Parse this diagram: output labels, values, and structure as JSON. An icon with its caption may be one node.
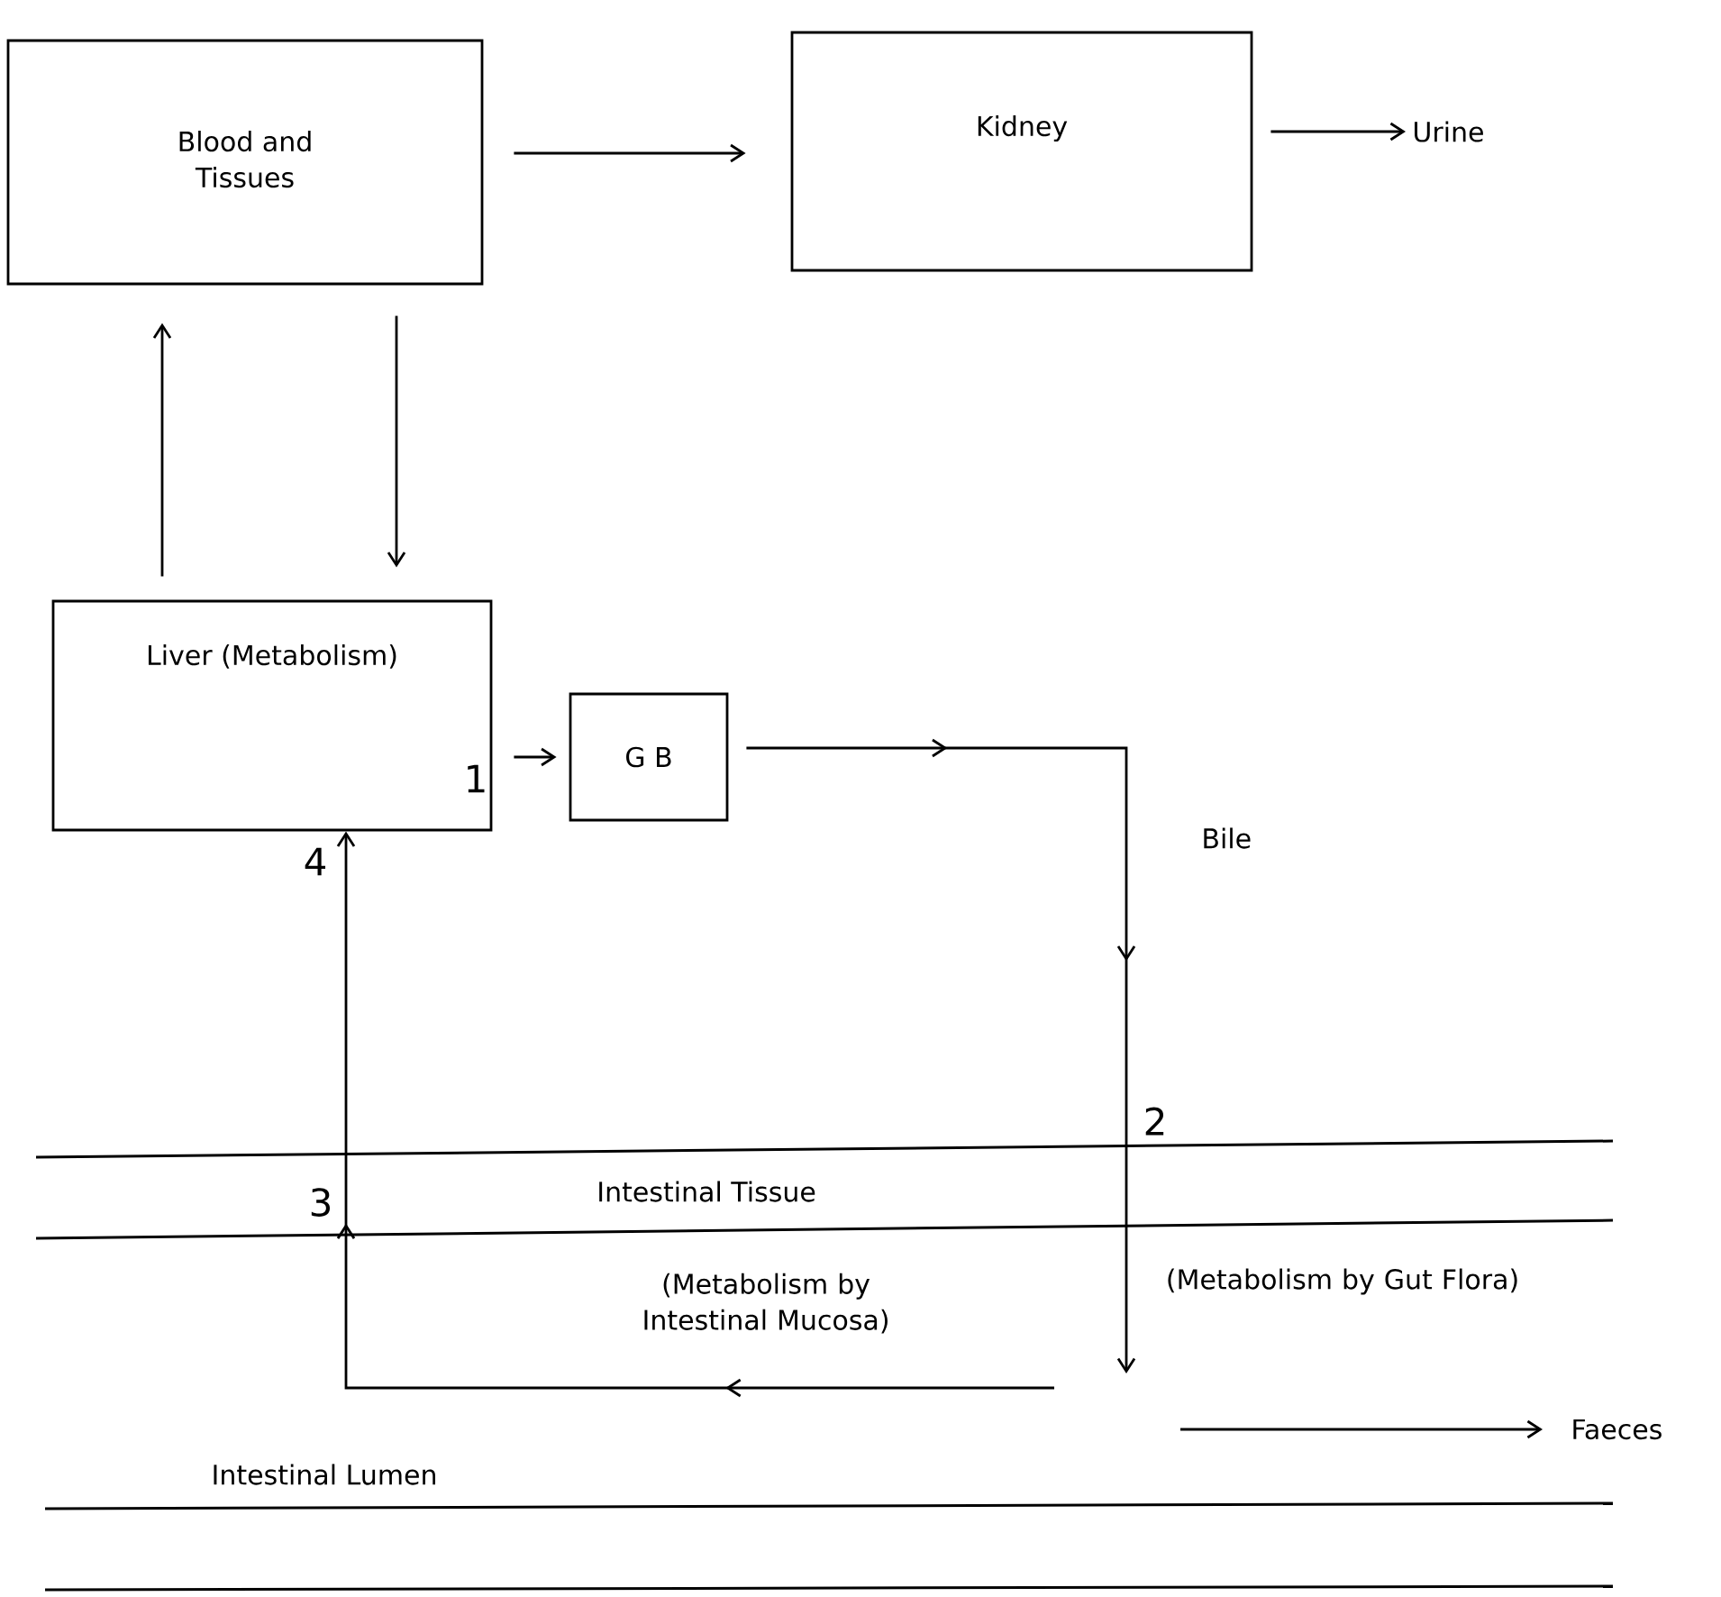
{
  "diagram": {
    "nodes": [
      {
        "text": [
          "Blood and Tissues"
        ]
      },
      {
        "text": [
          "Kidney"
        ]
      },
      {
        "text": [
          "Urine"
        ]
      },
      {
        "text": [
          "Liver (Metabolism)"
        ]
      },
      {
        "text": [
          "G B"
        ]
      },
      {
        "text": [
          "Faeces"
        ]
      }
    ],
    "edges": [
      {
        "from": 0,
        "to": 1,
        "arrow": "to"
      },
      {
        "from": 1,
        "to": 2,
        "arrow": "to"
      },
      {
        "from": 3,
        "to": 0,
        "arrow": "to"
      },
      {
        "from": 0,
        "to": 3,
        "arrow": "to"
      },
      {
        "from": 3,
        "to": 4,
        "arrow": "to"
      },
      {
        "from": 4,
        "to": null,
        "arrow": "to",
        "label": "Bile"
      },
      {
        "from": null,
        "to": 5,
        "arrow": "to"
      },
      {
        "from": null,
        "to": 3,
        "arrow": "to"
      }
    ],
    "labels": [
      "1",
      "4",
      "2",
      "Intestinal Tissue",
      "3",
      "(Metabolism by Intestinal Mucosa)",
      "(Metabolism by Gut Flora)",
      "Intestinal Lumen"
    ]
  }
}
